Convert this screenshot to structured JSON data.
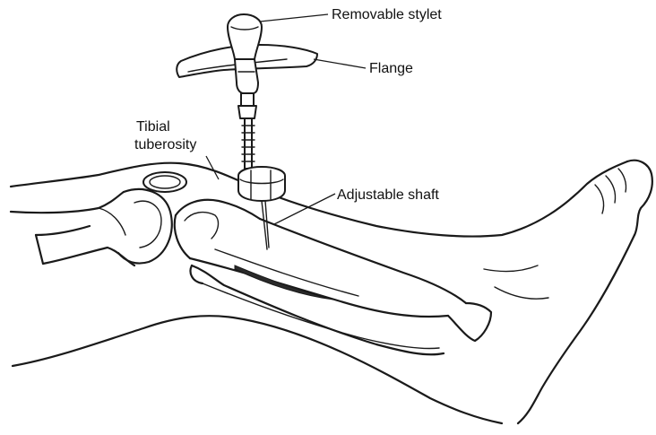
{
  "labels": {
    "removable_stylet": "Removable stylet",
    "flange": "Flange",
    "tibial_line1": "Tibial",
    "tibial_line2": "tuberosity",
    "adjustable_shaft": "Adjustable shaft"
  },
  "colors": {
    "line": "#1a1a1a",
    "background": "#ffffff"
  }
}
